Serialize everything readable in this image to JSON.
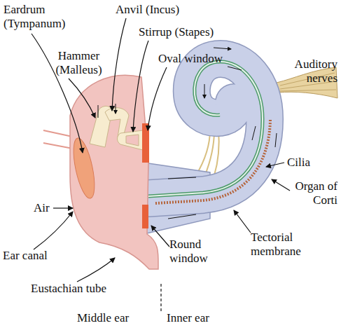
{
  "diagram": {
    "labels": [
      "Eardrum (Tympanum)",
      "Anvil (Incus)",
      "Stirrup (Stapes)",
      "Hammer (Malleus)",
      "Oval window",
      "Auditory nerves",
      "Cilia",
      "Air",
      "Organ of Corti",
      "Ear canal",
      "Round window",
      "Tectorial membrane",
      "Eustachian tube",
      "Middle ear",
      "Inner ear"
    ]
  }
}
